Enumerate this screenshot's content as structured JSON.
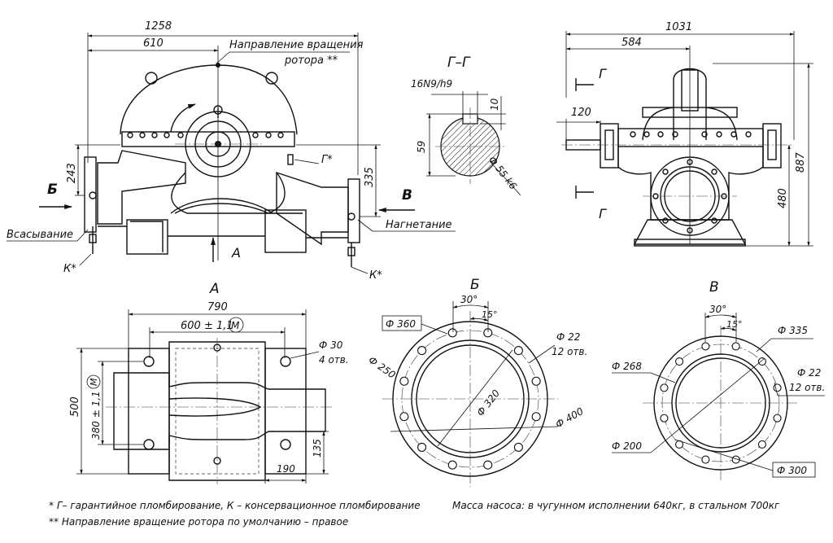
{
  "main_view": {
    "dim_total_length": "1258",
    "dim_axis_offset": "610",
    "rotation_label_line1": "Направление вращения",
    "rotation_label_line2": "ротора **",
    "seal_g": "Г*",
    "seal_k_left": "К*",
    "seal_k_right": "К*",
    "suction_label": "Всасывание",
    "discharge_label": "Нагнетание",
    "arrow_b": "Б",
    "arrow_v": "В",
    "arrow_a": "А",
    "dim_suction_height": "243",
    "dim_discharge_height": "335"
  },
  "section_gg": {
    "title": "Г–Г",
    "key_fit": "16N9/h9",
    "key_depth": "10",
    "shaft_height": "59",
    "shaft_diameter": "Ф 55 k6"
  },
  "side_view": {
    "dim_total_width": "1031",
    "dim_axis_offset": "584",
    "dim_shaft_end": "120",
    "dim_total_height": "887",
    "dim_axis_height": "480",
    "section_mark_top": "Г",
    "section_mark_bottom": "Г"
  },
  "view_a": {
    "title": "А",
    "dim_overall_length": "790",
    "dim_hole_spacing_x": "600 ± 1,1",
    "dim_hole_spacing_y": "380 ± 1,1",
    "tolerance_mark": "М",
    "dim_overall_width": "500",
    "holes_callout_line1": "Ф 30",
    "holes_callout_line2": "4 отв.",
    "dim_edge_y": "135",
    "dim_edge_x": "190"
  },
  "flange_b": {
    "title": "Б",
    "angle_outer": "30°",
    "angle_inner": "15°",
    "outer_diameter": "Ф 360",
    "bore_diameter": "Ф 250",
    "bolt_circle": "Ф 320",
    "flange_diameter": "Ф 400",
    "holes_line1": "Ф 22",
    "holes_line2": "12 отв."
  },
  "flange_v": {
    "title": "В",
    "angle_outer": "30°",
    "angle_inner": "15°",
    "outer_diameter": "Ф 335",
    "raised_face": "Ф 268",
    "bore_diameter": "Ф 200",
    "bolt_circle_ref": "Ф 300",
    "holes_line1": "Ф 22",
    "holes_line2": "12 отв."
  },
  "footnotes": {
    "note1": "* Г– гарантийное пломбирование, К – консервационное пломбирование",
    "note2": "** Направление вращение ротора по умолчанию – правое",
    "mass": "Масса насоса: в чугунном исполнении 640кг, в стальном 700кг"
  }
}
